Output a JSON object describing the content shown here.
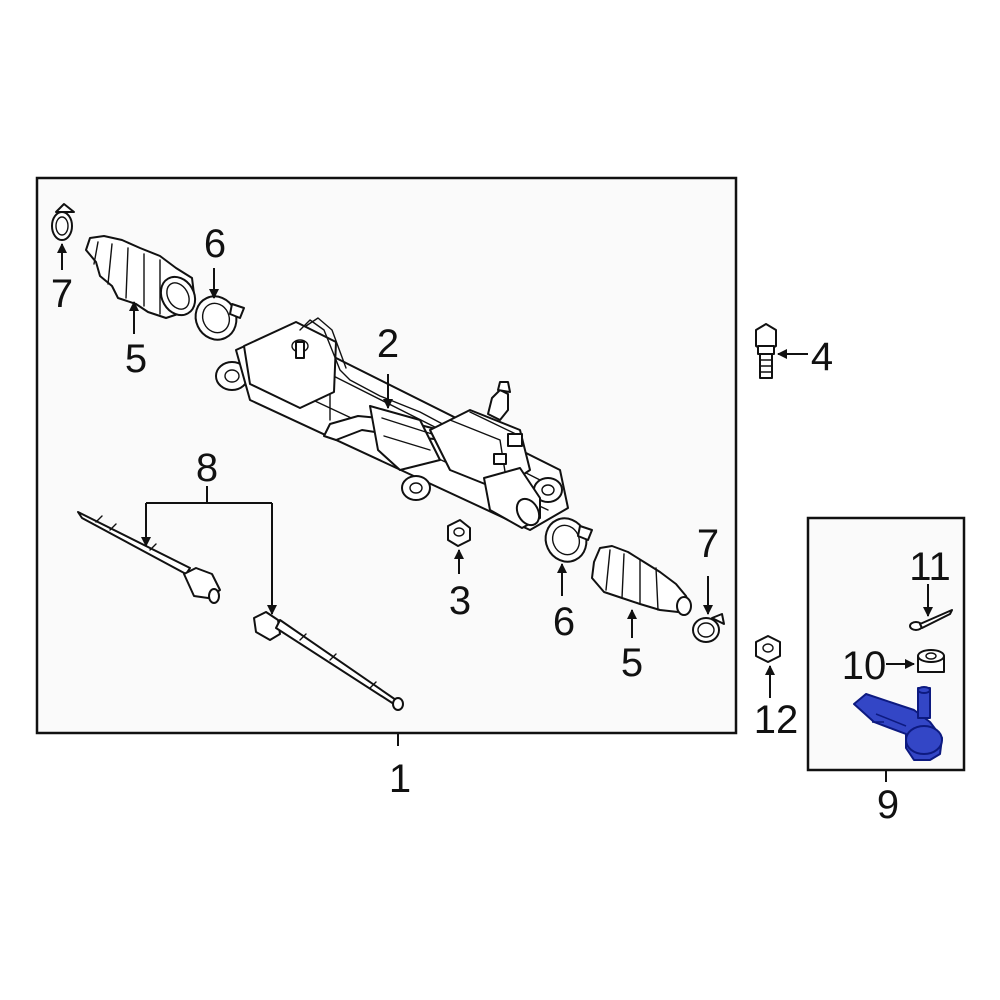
{
  "diagram": {
    "highlight_color": "#3346c6",
    "callouts": {
      "c1": "1",
      "c2": "2",
      "c3": "3",
      "c4": "4",
      "c5_left": "5",
      "c5_right": "5",
      "c6_left": "6",
      "c6_right": "6",
      "c7_left": "7",
      "c7_right": "7",
      "c8": "8",
      "c9": "9",
      "c10": "10",
      "c11": "11",
      "c12": "12"
    }
  }
}
